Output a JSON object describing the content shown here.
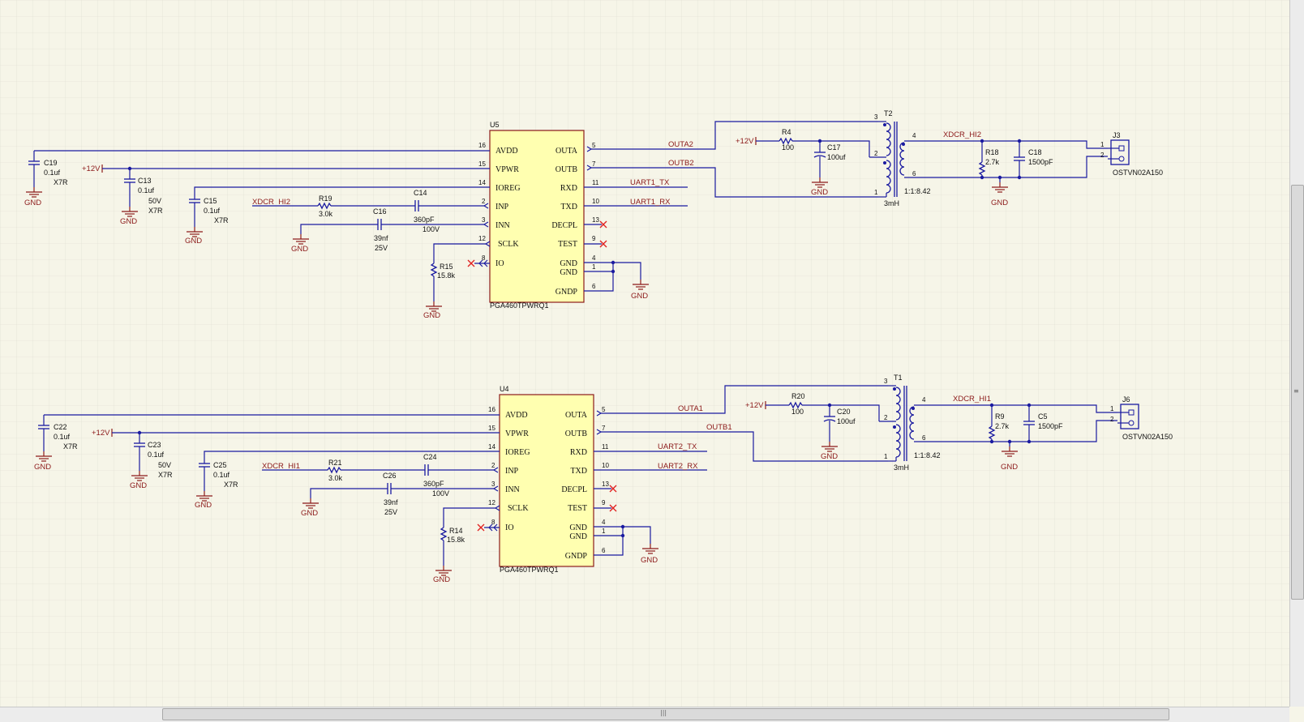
{
  "nets": {
    "p12v": "+12V",
    "gnd": "GND",
    "xdcr_hi2": "XDCR_HI2",
    "xdcr_hi1": "XDCR_HI1",
    "outa2": "OUTA2",
    "outb2": "OUTB2",
    "outa1": "OUTA1",
    "outb1": "OUTB1",
    "uart1_tx": "UART1_TX",
    "uart1_rx": "UART1_RX",
    "uart2_tx": "UART2_TX",
    "uart2_rx": "UART2_RX"
  },
  "ic": {
    "part": "PGA460TPWRQ1",
    "pins_left": [
      "AVDD",
      "VPWR",
      "IOREG",
      "INP",
      "INN",
      "SCLK",
      "IO"
    ],
    "pins_left_nums": [
      "16",
      "15",
      "14",
      "2",
      "3",
      "12",
      "8"
    ],
    "pins_right": [
      "OUTA",
      "OUTB",
      "RXD",
      "TXD",
      "DECPL",
      "TEST",
      "GND",
      "GND",
      "GNDP"
    ],
    "pins_right_nums": [
      "5",
      "7",
      "11",
      "10",
      "13",
      "9",
      "4",
      "1",
      "6"
    ]
  },
  "top": {
    "ic_ref": "U5",
    "transformer": {
      "ref": "T2",
      "inductance": "3mH",
      "ratio": "1:1:8.42",
      "pins": [
        "3",
        "2",
        "1",
        "4",
        "6"
      ]
    },
    "connector": {
      "ref": "J3",
      "part": "OSTVN02A150",
      "pins": [
        "1",
        "2"
      ]
    },
    "c_avdd": {
      "ref": "C19",
      "value": "0.1uf",
      "rating": "X7R"
    },
    "c_vpwr": {
      "ref": "C13",
      "value": "0.1uf",
      "voltage": "50V",
      "rating": "X7R"
    },
    "c_ioreg": {
      "ref": "C15",
      "value": "0.1uf",
      "rating": "X7R"
    },
    "r_inp": {
      "ref": "R19",
      "value": "3.0k"
    },
    "c_inp": {
      "ref": "C14",
      "value": "360pF",
      "voltage": "100V"
    },
    "c_inn": {
      "ref": "C16",
      "value": "39nf",
      "voltage": "25V"
    },
    "r_sclk": {
      "ref": "R15",
      "value": "15.8k"
    },
    "r_ct": {
      "ref": "R4",
      "value": "100"
    },
    "c_ct": {
      "ref": "C17",
      "value": "100uf"
    },
    "r_out": {
      "ref": "R18",
      "value": "2.7k"
    },
    "c_out": {
      "ref": "C18",
      "value": "1500pF"
    }
  },
  "bottom": {
    "ic_ref": "U4",
    "transformer": {
      "ref": "T1",
      "inductance": "3mH",
      "ratio": "1:1:8.42",
      "pins": [
        "3",
        "2",
        "1",
        "4",
        "6"
      ]
    },
    "connector": {
      "ref": "J6",
      "part": "OSTVN02A150",
      "pins": [
        "1",
        "2"
      ]
    },
    "c_avdd": {
      "ref": "C22",
      "value": "0.1uf",
      "rating": "X7R"
    },
    "c_vpwr": {
      "ref": "C23",
      "value": "0.1uf",
      "voltage": "50V",
      "rating": "X7R"
    },
    "c_ioreg": {
      "ref": "C25",
      "value": "0.1uf",
      "rating": "X7R"
    },
    "r_inp": {
      "ref": "R21",
      "value": "3.0k"
    },
    "c_inp": {
      "ref": "C24",
      "value": "360pF",
      "voltage": "100V"
    },
    "c_inn": {
      "ref": "C26",
      "value": "39nf",
      "voltage": "25V"
    },
    "r_sclk": {
      "ref": "R14",
      "value": "15.8k"
    },
    "r_ct": {
      "ref": "R20",
      "value": "100"
    },
    "c_ct": {
      "ref": "C20",
      "value": "100uf"
    },
    "r_out": {
      "ref": "R9",
      "value": "2.7k"
    },
    "c_out": {
      "ref": "C5",
      "value": "1500pF"
    }
  }
}
